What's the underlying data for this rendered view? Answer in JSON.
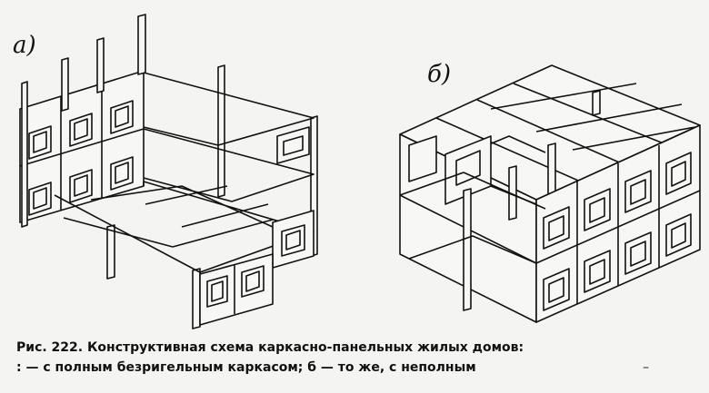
{
  "labels": {
    "a": "а)",
    "b": "б)"
  },
  "caption": {
    "line1": "Рис. 222. Конструктивная схема каркасно-панельных жилых домов:",
    "line2": ": — с полным безригельным каркасом; б — то же, с неполным"
  },
  "trailing_mark": "–",
  "colors": {
    "ink": "#111111",
    "paper": "#f4f4f2"
  }
}
